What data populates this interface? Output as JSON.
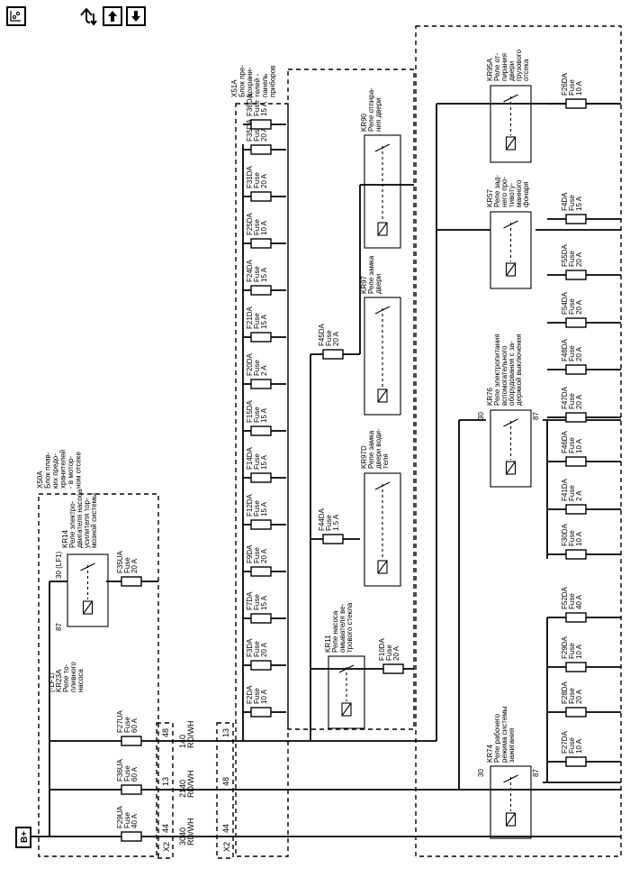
{
  "toolbar": {
    "icons": [
      "location-icon",
      "swap-route-icon",
      "arrow-up-icon",
      "arrow-down-icon"
    ]
  },
  "power": {
    "label": "B+"
  },
  "connectors": {
    "x2": "X2",
    "pins_left": [
      "44",
      "13",
      "48"
    ],
    "pins_right": [
      "44",
      "48",
      "13"
    ]
  },
  "wires": {
    "w1_num": "3040",
    "w1_col": "RD/WH",
    "w2_num": "2140",
    "w2_col": "RD/WH",
    "w3_num": "140",
    "w3_col": "RD/WH"
  },
  "x50a": {
    "id": "X50A",
    "desc": [
      "Блок плав-",
      "ких предо-",
      "хранителей",
      "- в мотор-",
      "ном отсеке"
    ]
  },
  "x51a": {
    "id": "X51A",
    "desc": [
      "Блок пре-",
      "дохрани-",
      "телей -",
      "панель",
      "приборов"
    ]
  },
  "fuse_word": "Fuse",
  "fuses_left": [
    {
      "name": "F29UA",
      "rating": "40 A"
    },
    {
      "name": "F36UA",
      "rating": "60 A"
    },
    {
      "name": "F27UA",
      "rating": "60 A"
    },
    {
      "name": "F35UA",
      "rating": "20 A"
    }
  ],
  "fuses_x51": [
    {
      "name": "F2DA",
      "rating": "10 A"
    },
    {
      "name": "F3DA",
      "rating": "20 A"
    },
    {
      "name": "F7DA",
      "rating": "15 A"
    },
    {
      "name": "F9DA",
      "rating": "20 A"
    },
    {
      "name": "F12DA",
      "rating": "15 A"
    },
    {
      "name": "F14DA",
      "rating": "15 A"
    },
    {
      "name": "F15DA",
      "rating": "15 A"
    },
    {
      "name": "F20DA",
      "rating": "2 A"
    },
    {
      "name": "F21DA",
      "rating": "15 A"
    },
    {
      "name": "F24DA",
      "rating": "15 A"
    },
    {
      "name": "F25DA",
      "rating": "10 A"
    },
    {
      "name": "F31DA",
      "rating": "20 A"
    },
    {
      "name": "F35DA",
      "rating": "20 A"
    },
    {
      "name": "F36DA",
      "rating": "15 A"
    }
  ],
  "fuses_mid": [
    {
      "name": "F10DA",
      "rating": "20 A"
    },
    {
      "name": "F44DA",
      "rating": "1.5 A"
    },
    {
      "name": "F45DA",
      "rating": "20 A"
    }
  ],
  "fuses_right": [
    {
      "name": "F27DA",
      "rating": "10 A"
    },
    {
      "name": "F28DA",
      "rating": "20 A"
    },
    {
      "name": "F29DA",
      "rating": "10 A"
    },
    {
      "name": "F52DA",
      "rating": "40 A"
    },
    {
      "name": "F30DA",
      "rating": "10 A"
    },
    {
      "name": "F41DA",
      "rating": "2 A"
    },
    {
      "name": "F46DA",
      "rating": "10 A"
    },
    {
      "name": "F47DA",
      "rating": "20 A"
    },
    {
      "name": "F48DA",
      "rating": "20 A"
    },
    {
      "name": "F54DA",
      "rating": "20 A"
    },
    {
      "name": "F55DA",
      "rating": "20 A"
    },
    {
      "name": "F4DA",
      "rating": "15 A"
    },
    {
      "name": "F26DA",
      "rating": "10 A"
    }
  ],
  "relays": {
    "kr14": {
      "pin30": "30 (LF1)",
      "pin87": "87",
      "lines": [
        "KR14",
        "Реле электро-",
        "двигателя насоса",
        "усилителя тор-",
        "мозной системы"
      ]
    },
    "kr23a": {
      "lines": [
        "(-LF1)",
        "KR23A",
        "Реле то-",
        "пливного",
        "насоса"
      ]
    },
    "kr11": {
      "lines": [
        "KR11",
        "Реле насоса",
        "омывателя ве-",
        "трового стекла"
      ]
    },
    "kr97d": {
      "lines": [
        "KR97D",
        "Реле замка",
        "двери води-",
        "теля"
      ]
    },
    "kr97": {
      "lines": [
        "KR97",
        "Реле замка",
        "двери"
      ]
    },
    "kr90": {
      "lines": [
        "KR90",
        "Реле отпира-",
        "ния двери"
      ]
    },
    "kr74": {
      "pin30": "30",
      "pin87": "87",
      "lines": [
        "KR74",
        "Реле рабочего",
        "режима системы",
        "зажигания"
      ]
    },
    "kr76": {
      "pin30": "30",
      "pin87": "87",
      "lines": [
        "KR76",
        "Реле электропитания",
        "вспомогательного",
        "оборудования с за-",
        "держкой выключения"
      ]
    },
    "kr57": {
      "lines": [
        "KR57",
        "Реле зад-",
        "него про-",
        "тивоту-",
        "манного",
        "фонаря"
      ]
    },
    "kr95a": {
      "lines": [
        "KR95A",
        "Реле от-",
        "пирания",
        "двери",
        "грузового",
        "отсека"
      ]
    }
  }
}
